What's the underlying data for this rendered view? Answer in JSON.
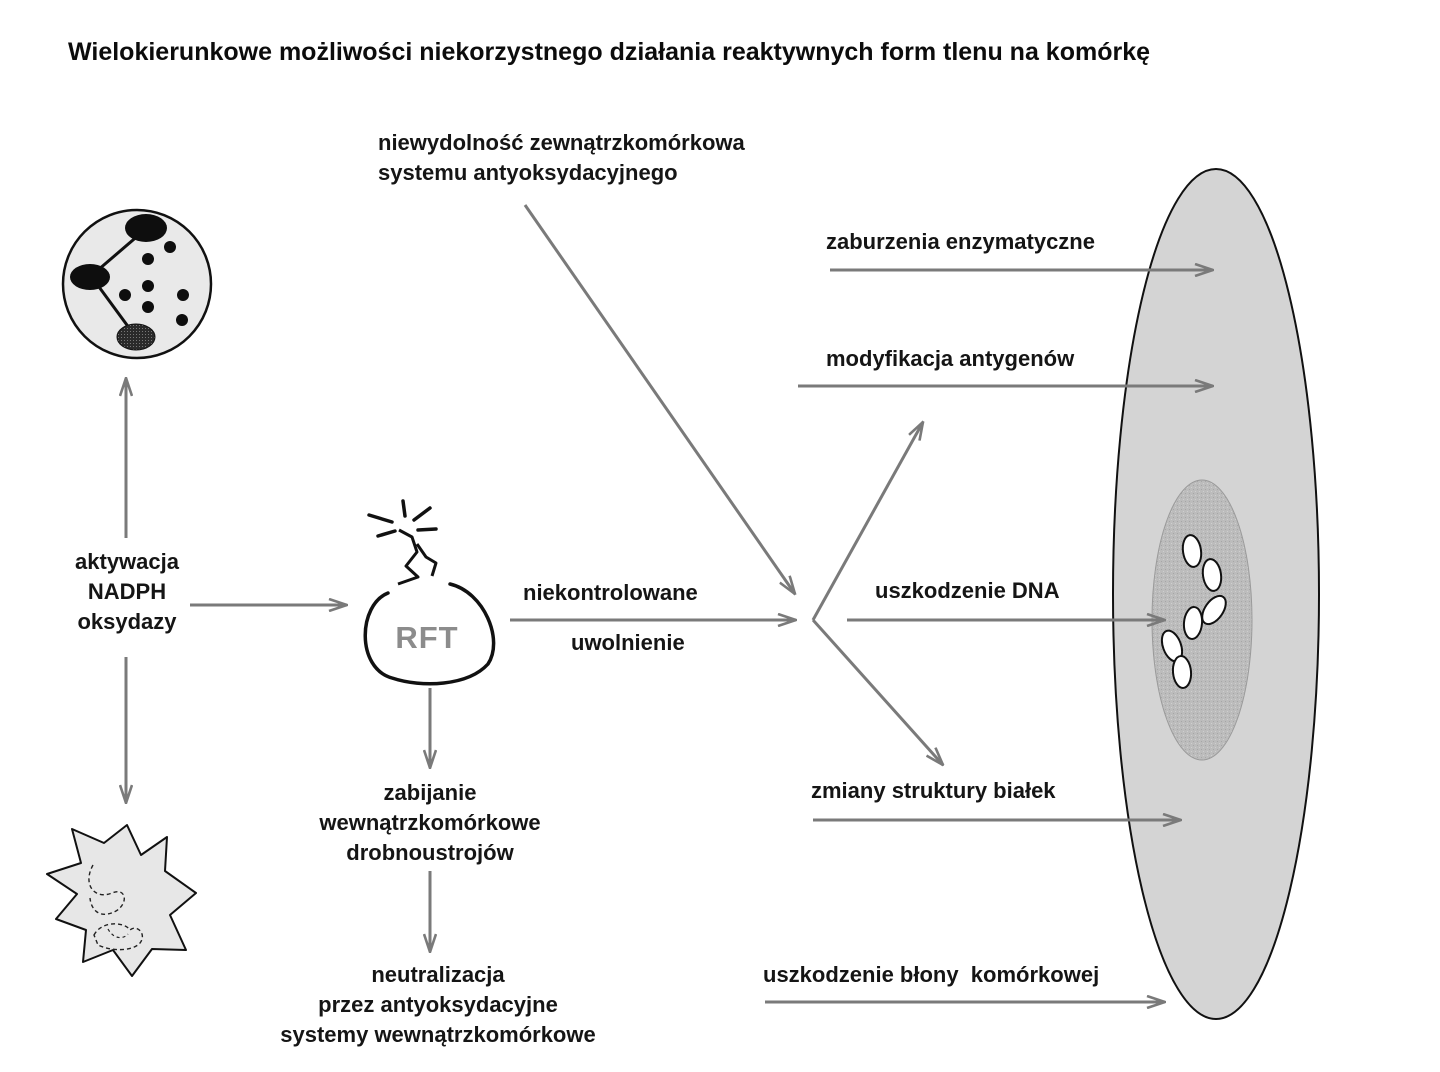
{
  "title": "Wielokierunkowe możliwości niekorzystnego działania reaktywnych form tlenu na komórkę",
  "labels": {
    "extracellular_1": "niewydolność zewnątrzkomórkowa",
    "extracellular_2": "systemu antyoksydacyjnego",
    "activation_1": "aktywacja",
    "activation_2": "NADPH",
    "activation_3": "oksydazy",
    "rft": "RFT",
    "uncontrolled": "niekontrolowane",
    "release": "uwolnienie",
    "killing_1": "zabijanie",
    "killing_2": "wewnątrzkomórkowe",
    "killing_3": "drobnoustrojów",
    "neutral_1": "neutralizacja",
    "neutral_2": "przez antyoksydacyjne",
    "neutral_3": "systemy wewnątrzkomórkowe",
    "enzymes": "zaburzenia enzymatyczne",
    "antigens": "modyfikacja antygenów",
    "dna": "uszkodzenie DNA",
    "proteins": "zmiany struktury białek",
    "membrane": "uszkodzenie błony  komórkowej"
  },
  "colors": {
    "arrow": "#7a7a7a",
    "cell_outer": "#d4d4d4",
    "cell_inner": "#b8b8b8",
    "text": "#151515"
  }
}
